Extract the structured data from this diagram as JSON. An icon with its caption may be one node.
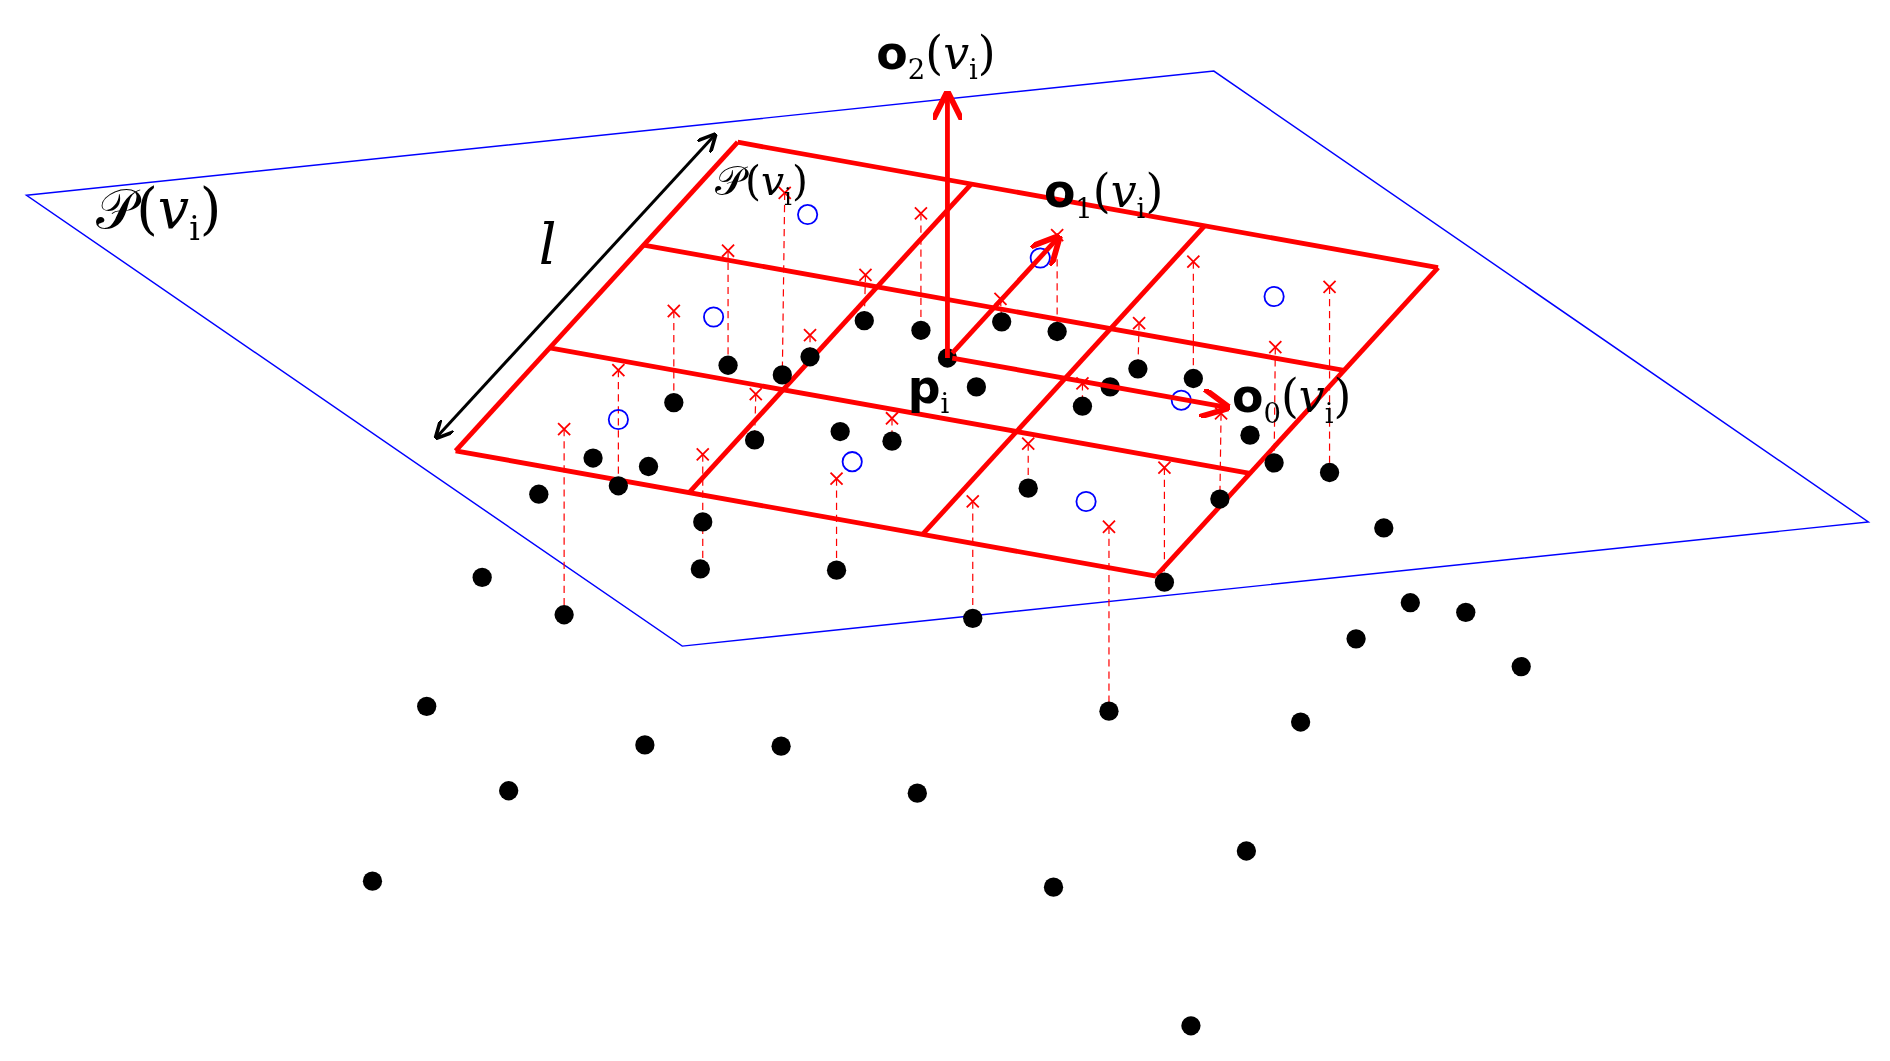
{
  "diagram": {
    "labels": [
      "𝒫(*v*$_{i}$)",
      "*l*",
      "𝒫(*v*$_{i}$)",
      "**o**$_{2}$(*v*$_{i}$)",
      "**o**$_{1}$(*v*$_{i}$)",
      "**p**$_{i}$",
      "**o**$_{0}$(*v*$_{i}$)"
    ]
  }
}
